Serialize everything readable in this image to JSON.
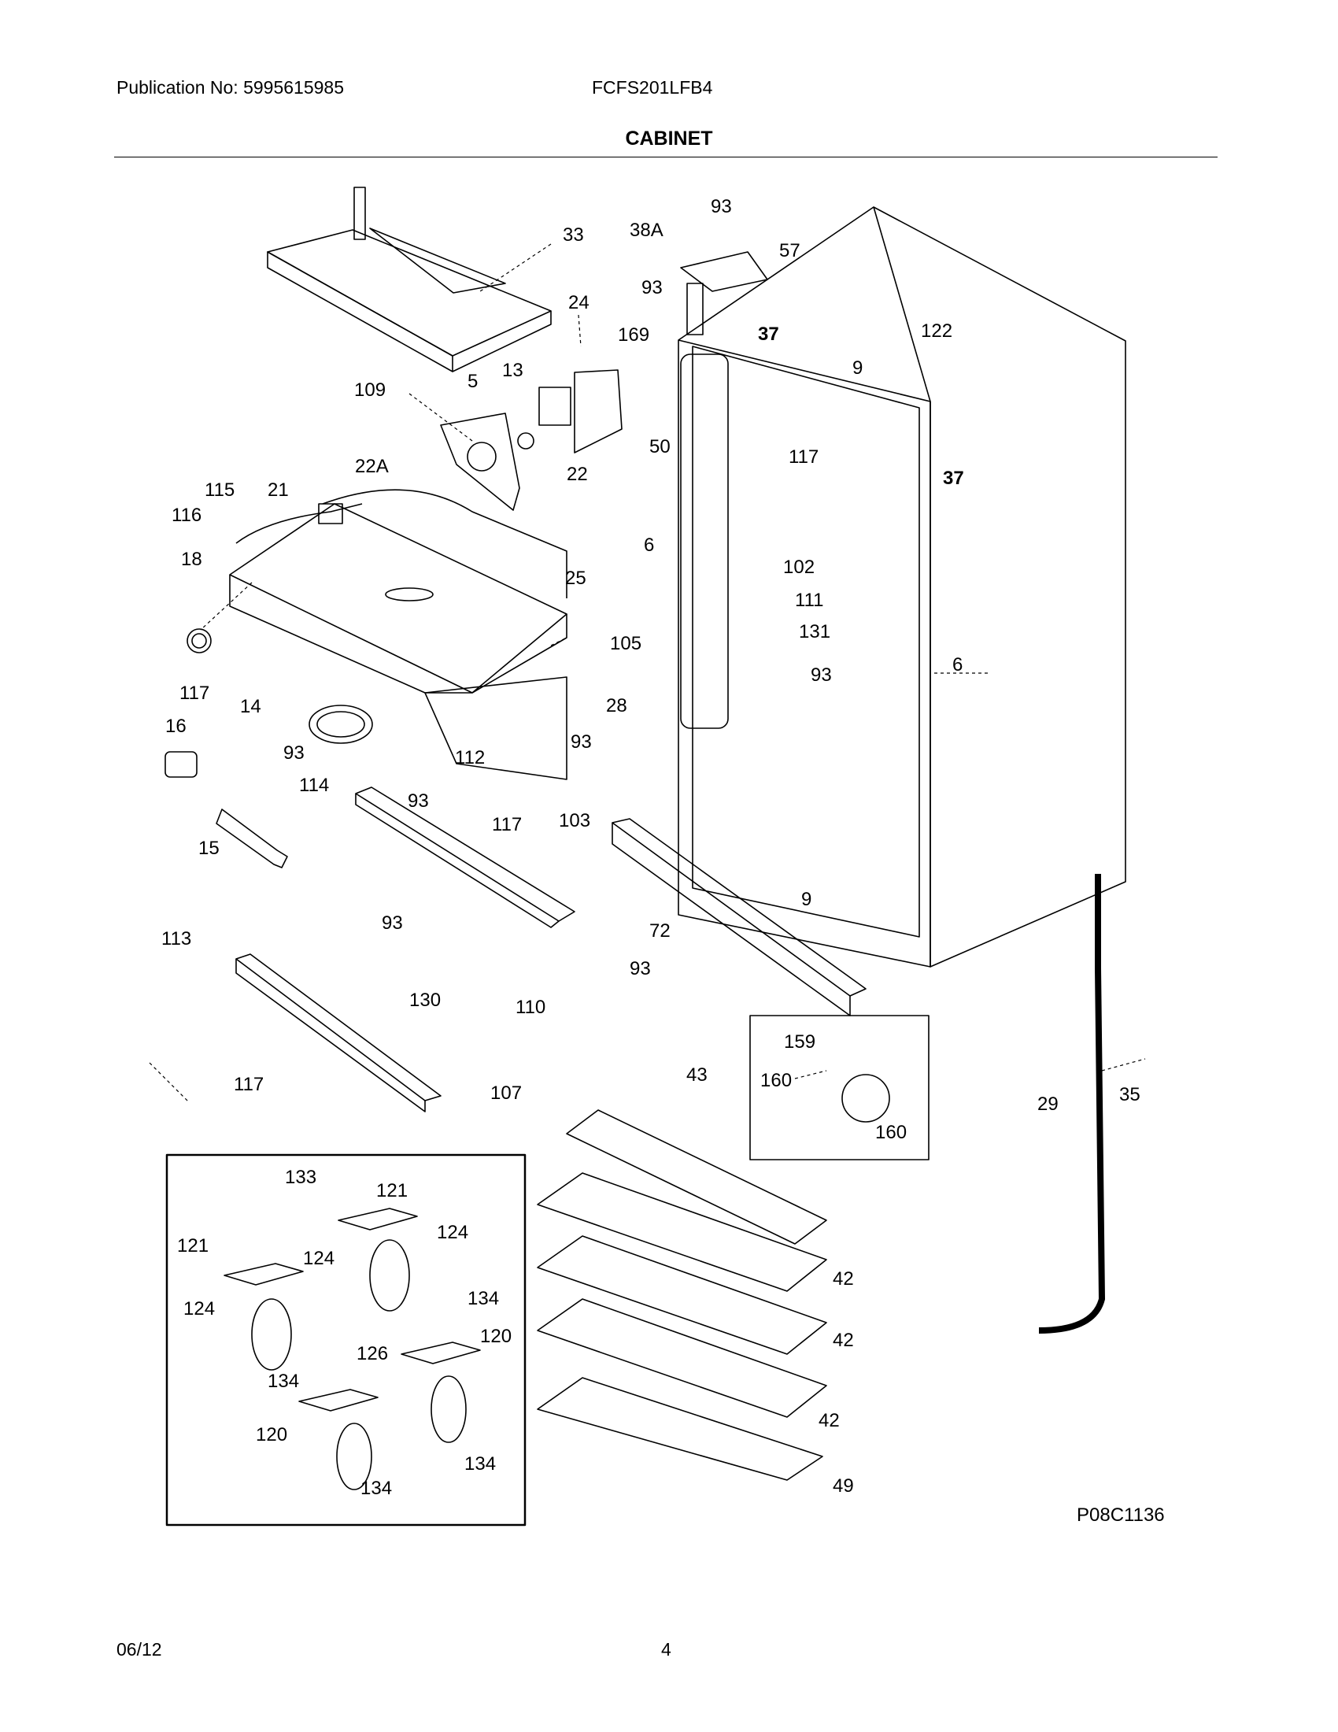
{
  "header": {
    "publication": "Publication No: 5995615985",
    "model": "FCFS201LFB4",
    "section_title": "CABINET"
  },
  "footer": {
    "date": "06/12",
    "page": "4"
  },
  "diagram": {
    "reference_code": "P08C1136",
    "callouts": [
      "93",
      "38A",
      "33",
      "57",
      "24",
      "93",
      "37",
      "122",
      "169",
      "5",
      "13",
      "109",
      "9",
      "50",
      "117",
      "37",
      "22A",
      "22",
      "115",
      "21",
      "116",
      "6",
      "102",
      "18",
      "25",
      "111",
      "131",
      "105",
      "117",
      "6",
      "14",
      "93",
      "28",
      "16",
      "93",
      "93",
      "112",
      "114",
      "93",
      "103",
      "117",
      "15",
      "9",
      "93",
      "72",
      "113",
      "93",
      "130",
      "110",
      "159",
      "117",
      "160",
      "43",
      "107",
      "29",
      "35",
      "160",
      "133",
      "121",
      "124",
      "121",
      "124",
      "42",
      "124",
      "134",
      "126",
      "42",
      "120",
      "134",
      "120",
      "42",
      "134",
      "134",
      "49"
    ]
  },
  "colors": {
    "line": "#000000",
    "background": "#ffffff"
  }
}
